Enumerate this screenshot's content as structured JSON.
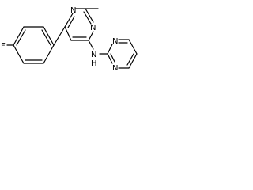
{
  "molecule": {
    "atoms": {
      "fluorine": "F",
      "pyrimidine_n_top": "N",
      "pyrimidine_n_bottom": "N",
      "amine_n": "N",
      "amine_h": "H",
      "pyrimidine2_n_upper": "N",
      "pyrimidine2_n_lower": "N"
    }
  }
}
